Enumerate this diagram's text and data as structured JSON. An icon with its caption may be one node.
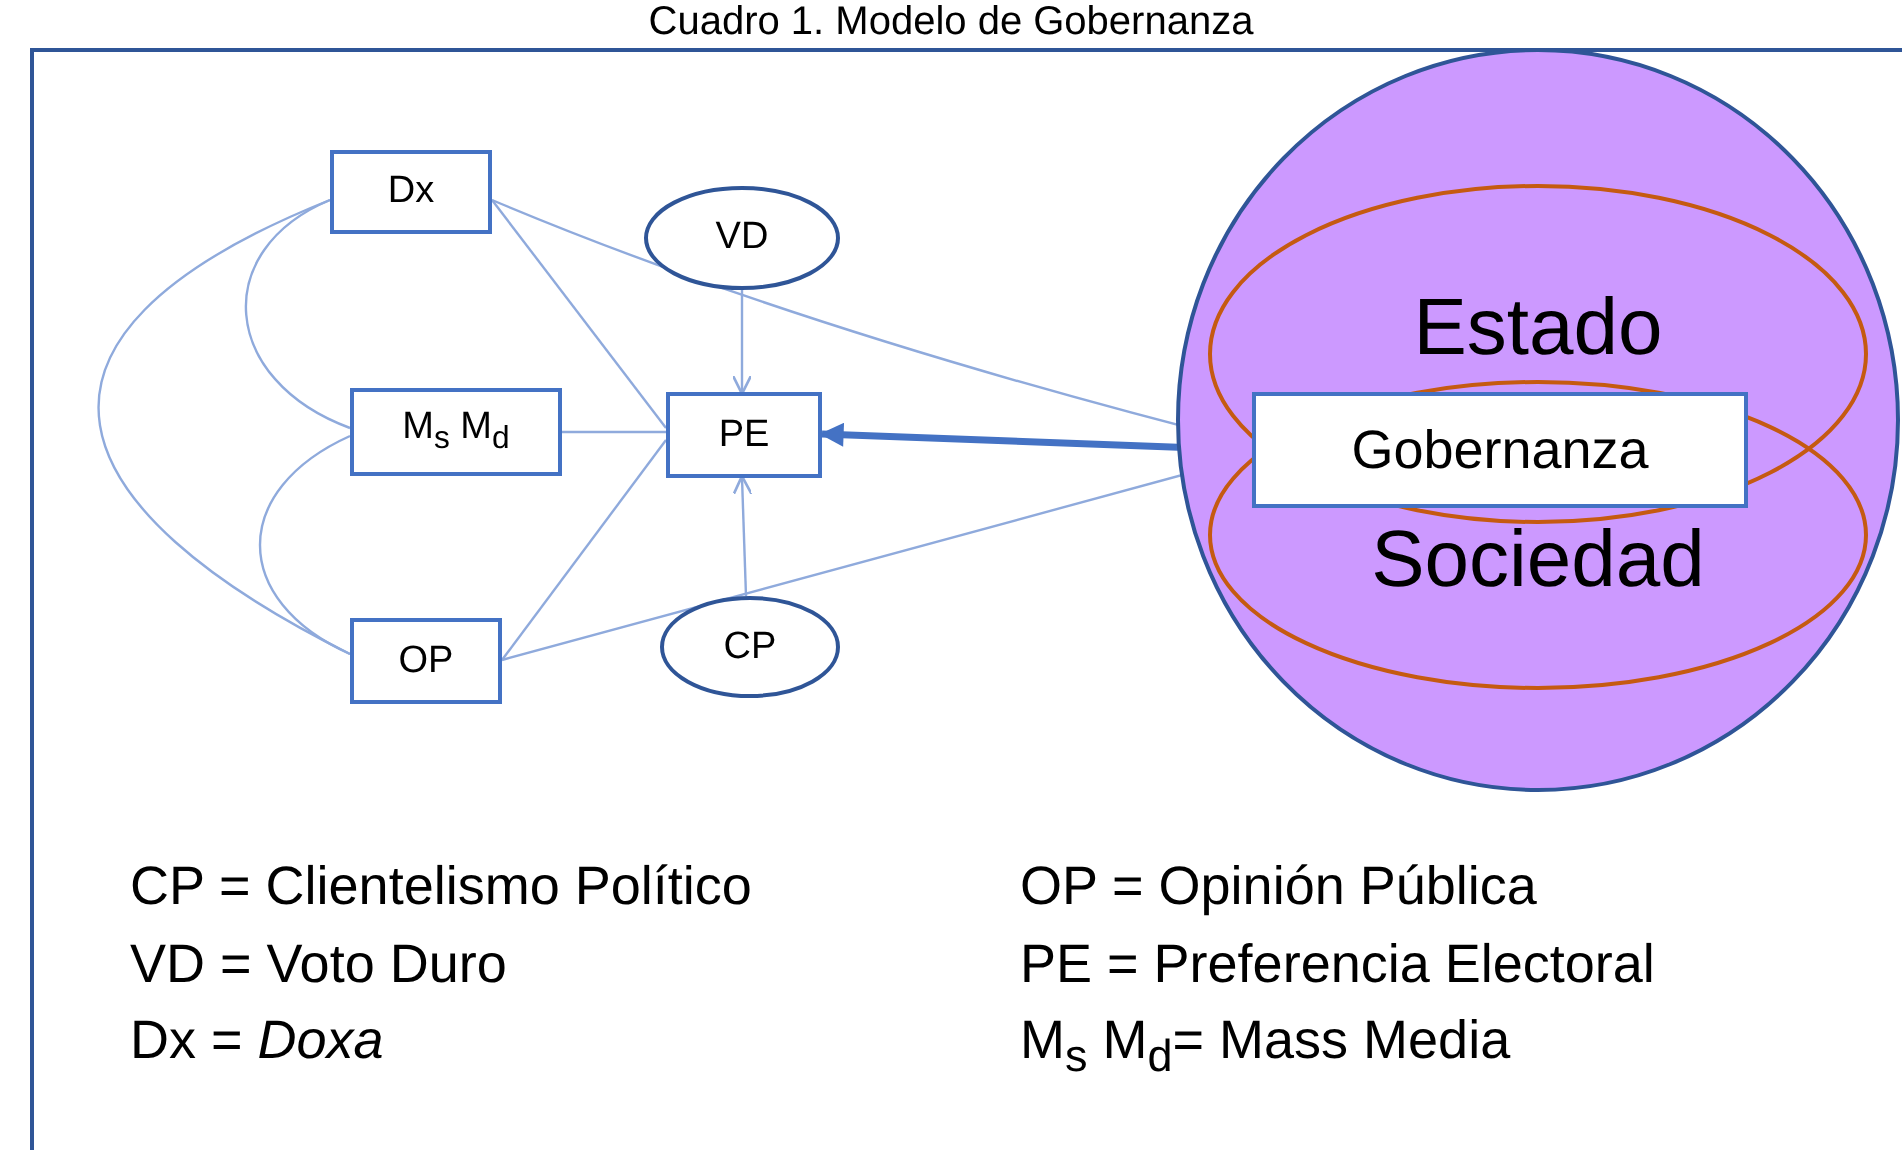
{
  "diagram": {
    "title": "Cuadro 1. Modelo de Gobernanza",
    "nodes": [
      {
        "text": [
          "Dx"
        ]
      },
      {
        "text": [
          "VD"
        ]
      },
      {
        "text": [
          "M$_{s}$ M$_{d}$"
        ]
      },
      {
        "text": [
          "PE"
        ]
      },
      {
        "text": [
          "OP"
        ]
      },
      {
        "text": [
          "CP"
        ]
      },
      {
        "text": [],
        "shape": "circle"
      },
      {
        "text": [
          "Estado"
        ],
        "in": 6
      },
      {
        "text": [
          "Gobernanza"
        ]
      },
      {
        "text": [
          "Sociedad"
        ],
        "in": 6
      }
    ],
    "edges": [
      {
        "from": 0,
        "to": 2,
        "arrow": "none"
      },
      {
        "from": 0,
        "to": 4,
        "arrow": "none"
      },
      {
        "from": 2,
        "to": 4,
        "arrow": "none"
      },
      {
        "from": 0,
        "to": 3,
        "arrow": "none"
      },
      {
        "from": 2,
        "to": 3,
        "arrow": "none"
      },
      {
        "from": 4,
        "to": 3,
        "arrow": "none"
      },
      {
        "from": 1,
        "to": 3,
        "arrow": "to"
      },
      {
        "from": 5,
        "to": 3,
        "arrow": "to"
      },
      {
        "from": 3,
        "to": 8,
        "arrow": "both",
        "style": "thick",
        "color": "#4472c4"
      },
      {
        "from": 0,
        "to": 8,
        "arrow": "none"
      },
      {
        "from": 4,
        "to": 8,
        "arrow": "none"
      }
    ],
    "labels": [
      "CP = Clientelismo Político",
      "OP = Opinión Pública",
      "VD = Voto Duro",
      "PE = Preferencia Electoral",
      "Dx = *Doxa*",
      "M$_{s}$ M$_{d}$= Mass Media"
    ]
  }
}
